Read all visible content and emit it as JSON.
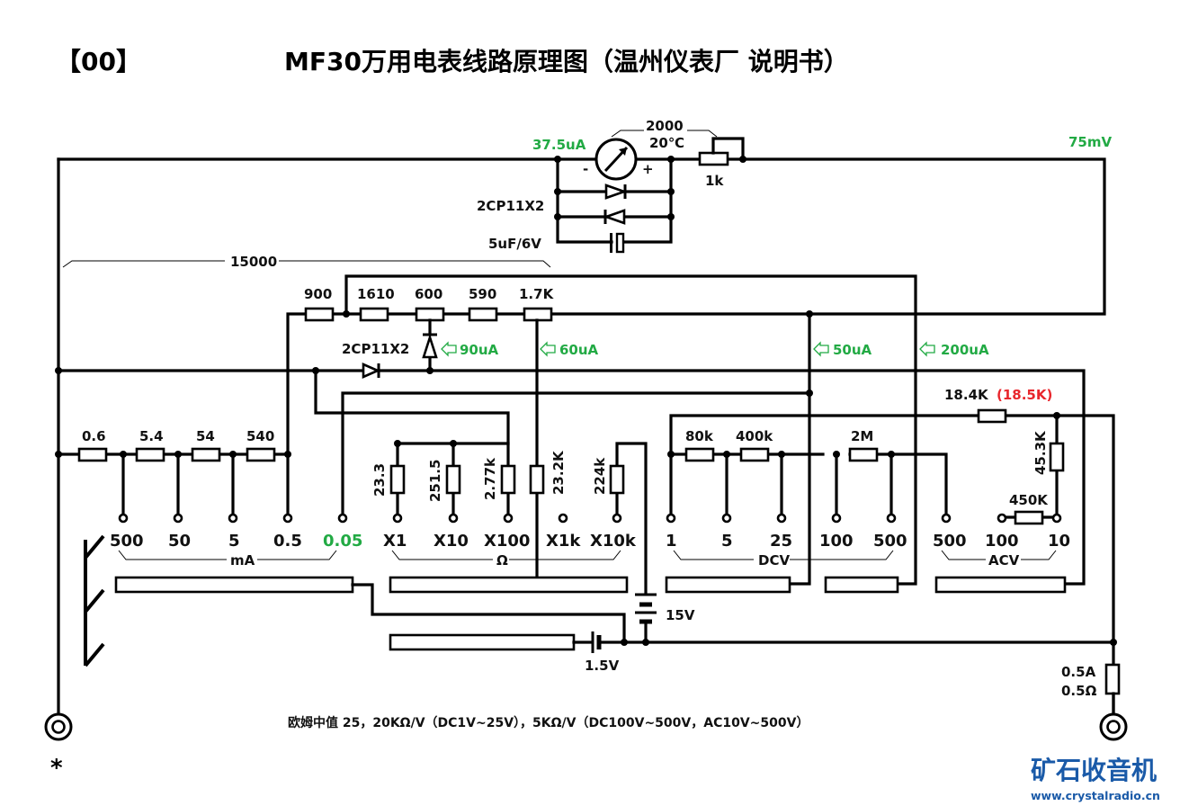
{
  "header": {
    "page_code": "【00】",
    "title": "MF30万用电表线路原理图（温州仪表厂 说明书）"
  },
  "meter": {
    "current": "37.5uA",
    "resistance": "2000",
    "temperature": "20℃",
    "minus": "-",
    "plus": "+",
    "trim_pot": "1k",
    "full_scale_voltage": "75mV",
    "protection_diodes": "2CP11X2",
    "capacitor": "5uF/6V"
  },
  "shunt_chain": {
    "total": "15000",
    "resistors": [
      "900",
      "1610",
      "600",
      "590",
      "1.7K"
    ],
    "ac_diode": "2CP11X2"
  },
  "currents": {
    "i90": "90uA",
    "i60": "60uA",
    "i50": "50uA",
    "i200": "200uA"
  },
  "ma_shunts": [
    "0.6",
    "5.4",
    "54",
    "540"
  ],
  "ohm_resistors": [
    "23.3",
    "251.5",
    "2.77k",
    "23.2K",
    "224k"
  ],
  "dcv_resistors": [
    "80k",
    "400k",
    "2M"
  ],
  "acv_resistors": {
    "series": "18.4K",
    "series_alt": "(18.5K)",
    "shunt": "45.3K",
    "r450": "450K"
  },
  "ranges": {
    "ma": {
      "label": "mA",
      "values": [
        "500",
        "50",
        "5",
        "0.5",
        "0.05"
      ]
    },
    "ohm": {
      "label": "Ω",
      "values": [
        "X1",
        "X10",
        "X100",
        "X1k",
        "X10k"
      ]
    },
    "dcv": {
      "label": "DCV",
      "values": [
        "1",
        "5",
        "25",
        "100",
        "500"
      ]
    },
    "acv": {
      "label": "ACV",
      "values": [
        "500",
        "100",
        "10"
      ]
    }
  },
  "batteries": {
    "b15": "15V",
    "b15_small": "1.5V"
  },
  "fuse": {
    "current": "0.5A",
    "resistance": "0.5Ω"
  },
  "common_terminal": "*",
  "footer_note": "欧姆中值 25，20KΩ/V（DC1V~25V），5KΩ/V（DC100V~500V，AC10V~500V）",
  "watermark": {
    "name": "矿石收音机",
    "url": "www.crystalradio.cn"
  },
  "colors": {
    "highlight_green": "#22aa44",
    "highlight_red": "#e8262c",
    "logo_blue": "#1a5aa8"
  }
}
